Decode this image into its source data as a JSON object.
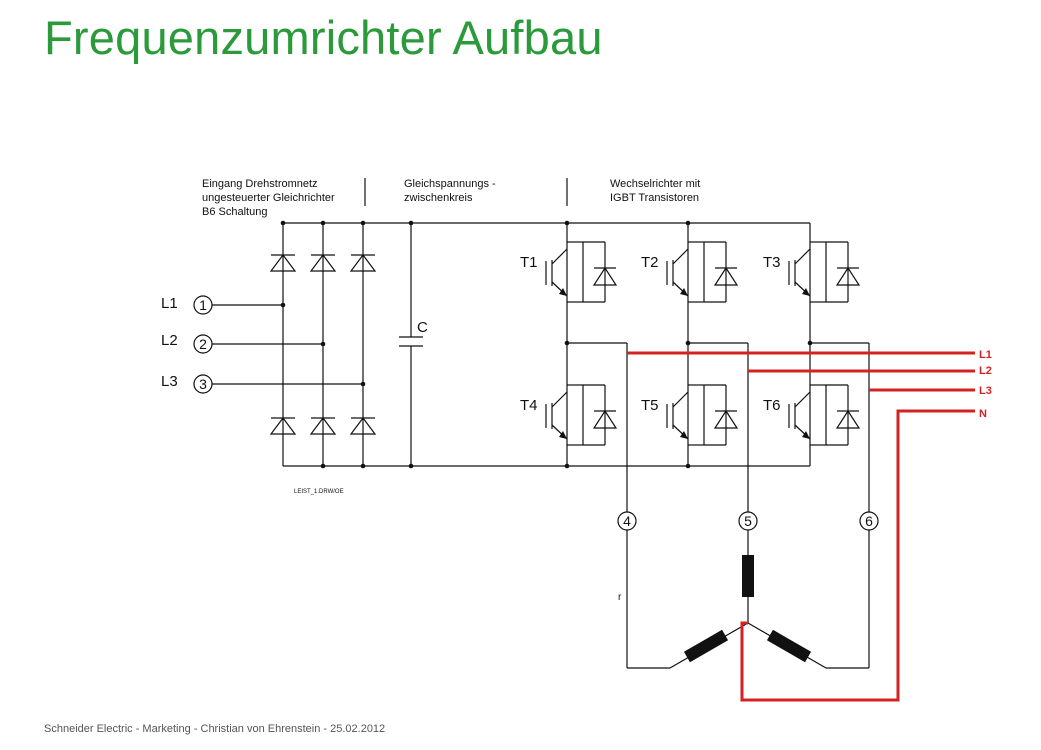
{
  "slide": {
    "title": "Frequenzumrichter Aufbau",
    "footer": "Schneider Electric - Marketing - Christian von Ehrenstein - 25.02.2012"
  },
  "diagram": {
    "sections": {
      "rectifier": [
        "Eingang Drehstromnetz",
        "ungesteuerter Gleichrichter",
        "B6 Schaltung"
      ],
      "dc_link": [
        "Gleichspannungs -",
        "zwischenkreis"
      ],
      "inverter": [
        "Wechselrichter mit",
        "IGBT Transistoren"
      ]
    },
    "inputs": [
      {
        "line": "L1",
        "terminal": "1"
      },
      {
        "line": "L2",
        "terminal": "2"
      },
      {
        "line": "L3",
        "terminal": "3"
      }
    ],
    "capacitor_label": "C",
    "drawing_ref": "LEIST_1.DRW/OE",
    "transistors": [
      "T1",
      "T2",
      "T3",
      "T4",
      "T5",
      "T6"
    ],
    "output_terminals": [
      "4",
      "5",
      "6"
    ],
    "stray_mark": "r",
    "output_lines": [
      "L1",
      "L2",
      "L3",
      "N"
    ],
    "colors": {
      "title": "#2a9a3a",
      "output_lines": "#d42222",
      "wires": "#111111"
    }
  }
}
